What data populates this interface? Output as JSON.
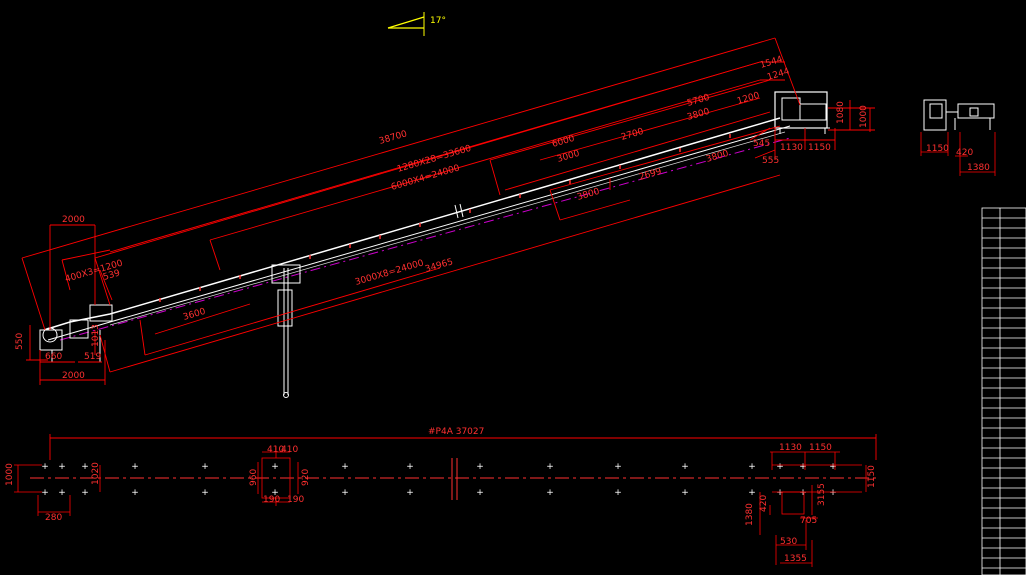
{
  "drawing": {
    "background": "#000000",
    "colors": {
      "dimension": "#ff0000",
      "outline": "#ffffff",
      "centerline": "#cc00cc",
      "angle": "#ffff00"
    },
    "angle_label": "17°",
    "elevation": {
      "overall_length": "38700",
      "span_1280": "1280X28=33600",
      "span_6000": "6000X4=24000",
      "span_3000": "3000X8=24000",
      "span_34965": "34965",
      "top_1544": "1544",
      "top_1244": "1244",
      "top_5700": "5700",
      "top_1200": "1200",
      "top_3800a": "3800",
      "top_6000": "6000",
      "top_2700": "2700",
      "top_3000": "3000",
      "top_3800b": "3800",
      "mid_2699": "2699",
      "mid_3800": "3800",
      "r_545": "545",
      "r_555": "555",
      "head_1130": "1130",
      "head_1150": "1150",
      "head_1080": "1080",
      "head_1000": "1000",
      "tail_2000_top": "2000",
      "tail_400x3": "400X3=1200",
      "tail_539": "539",
      "tail_1013": "1013",
      "tail_550": "550",
      "tail_660": "660",
      "tail_519": "519",
      "tail_2000_bot": "2000",
      "mid_3600": "3600"
    },
    "side_view": {
      "w1150": "1150",
      "w420": "420",
      "w1380": "1380"
    },
    "plan": {
      "total": "#P4A 37027",
      "left_1000": "1000",
      "left_1020": "1020",
      "left_280": "280",
      "mid_410a": "410",
      "mid_410b": "410",
      "mid_960": "960",
      "mid_920": "920",
      "mid_190a": "190",
      "mid_190b": "190",
      "right_1130": "1130",
      "right_1150_top": "1150",
      "right_1150_side": "1150",
      "right_3155": "3155",
      "right_705": "705",
      "right_420": "420",
      "right_1380": "1380",
      "right_530": "530",
      "right_1355": "1355"
    }
  }
}
